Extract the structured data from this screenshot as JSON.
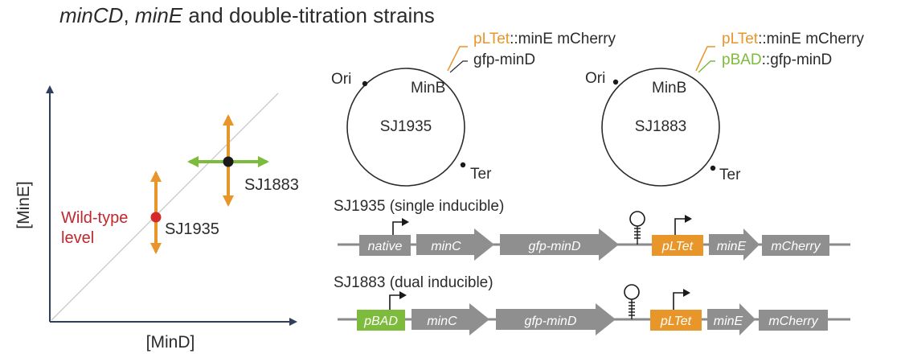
{
  "title": {
    "part1": "minCD",
    "part2": ", ",
    "part3": "minE",
    "part4": " and double-titration strains"
  },
  "plot": {
    "xlabel": "[MinD]",
    "ylabel": "[MinE]",
    "wildtype_line1": "Wild-type",
    "wildtype_line2": "level",
    "strain_single": "SJ1935",
    "strain_dual": "SJ1883",
    "colors": {
      "axis": "#2f3f5c",
      "orange": "#e8962a",
      "green": "#7dbb3c",
      "red": "#d42a2a",
      "diag": "#c8c8c8"
    }
  },
  "chromosome_single": {
    "name": "SJ1935",
    "ori": "Ori",
    "ter": "Ter",
    "locus": "MinB",
    "insert1_promoter": "pLTet",
    "insert1_rest": "::minE mCherry",
    "insert2": "gfp-minD"
  },
  "chromosome_dual": {
    "name": "SJ1883",
    "ori": "Ori",
    "ter": "Ter",
    "locus": "MinB",
    "insert1_promoter": "pLTet",
    "insert1_rest": "::minE mCherry",
    "insert2_promoter": "pBAD",
    "insert2_rest": "::gfp-minD"
  },
  "construct_single": {
    "label": "SJ1935 (single inducible)",
    "genes": [
      "native",
      "minC",
      "gfp-minD",
      "pLTet",
      "minE",
      "mCherry"
    ]
  },
  "construct_dual": {
    "label": "SJ1883 (dual inducible)",
    "genes": [
      "pBAD",
      "minC",
      "gfp-minD",
      "pLTet",
      "minE",
      "mCherry"
    ]
  }
}
